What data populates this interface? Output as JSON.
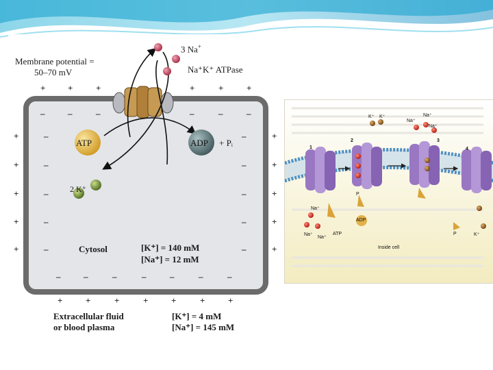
{
  "left_figure": {
    "membrane_potential_line1": "Membrane potential =",
    "membrane_potential_line2": "50–70 mV",
    "na_out": "3 Na",
    "na_out_sup": "+",
    "atpase_label": "Na⁺K⁺ ATPase",
    "atp": "ATP",
    "adp": "ADP",
    "pi": "+ Pᵢ",
    "k_in": "2 K⁺",
    "cytosol": "Cytosol",
    "cytosol_k": "[K⁺] = 140 mM",
    "cytosol_na": "[Na⁺] = 12 mM",
    "extracellular_line1": "Extracellular fluid",
    "extracellular_line2": "or blood plasma",
    "extra_k": "[K⁺] = 4 mM",
    "extra_na": "[Na⁺] = 145 mM",
    "plus": "+",
    "minus": "–"
  },
  "right_figure": {
    "step1": "1",
    "step2": "2",
    "step3": "3",
    "step4": "4",
    "k_plus": "K⁺",
    "na_plus": "Na⁺",
    "atp": "ATP",
    "adp": "ADP",
    "p": "P",
    "inside_cell": "Inside cell"
  },
  "colors": {
    "atp_fill": "#e3b23c",
    "adp_fill": "#5e7a7e",
    "k_fill": "#6f8a35",
    "na_fill": "#c2455d",
    "cell_border": "#6b6b6b",
    "cell_fill": "#e4e6ea",
    "pump_protein": "#9a77c2"
  }
}
